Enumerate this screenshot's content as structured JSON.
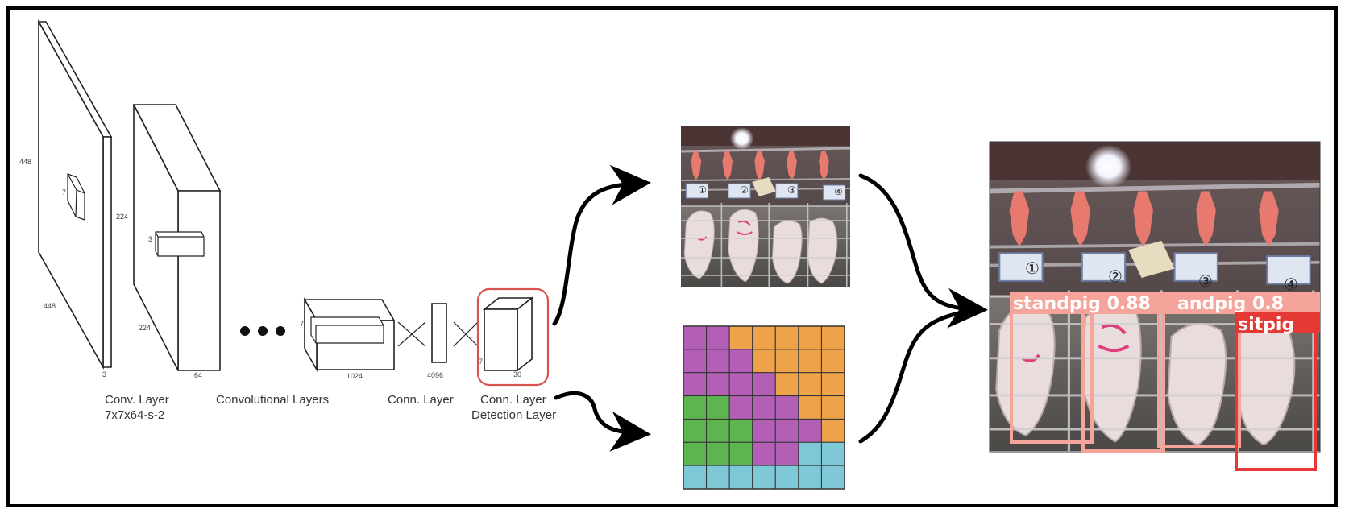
{
  "network": {
    "dims": {
      "l1_height": "448",
      "l1_width": "448",
      "l1_depth": "3",
      "l1_kernel": "7",
      "l2_height": "224",
      "l2_width": "224",
      "l2_depth": "64",
      "l2_kernel": "3",
      "l3_kernel": "7",
      "l3_depth": "1024",
      "l4_size": "4096",
      "l5_kernel": "7",
      "l5_depth": "30"
    },
    "labels": {
      "conv_layer": "Conv. Layer",
      "conv_layer_params": "7x7x64-s-2",
      "convolutional_layers": "Convolutional Layers",
      "conn_layer": "Conn. Layer",
      "conn_layer_2": "Conn. Layer",
      "detection_layer": "Detection Layer"
    }
  },
  "photo": {
    "pen_numbers": [
      "①",
      "②",
      "③",
      "④"
    ]
  },
  "grid": {
    "colors": {
      "purple": "#b45fb6",
      "orange": "#eea24a",
      "green": "#5db54f",
      "cyan": "#7ec8d8"
    },
    "rows": [
      [
        "P",
        "P",
        "O",
        "O",
        "O",
        "O",
        "O"
      ],
      [
        "P",
        "P",
        "P",
        "O",
        "O",
        "O",
        "O"
      ],
      [
        "P",
        "P",
        "P",
        "P",
        "O",
        "O",
        "O"
      ],
      [
        "G",
        "G",
        "P",
        "P",
        "P",
        "O",
        "O"
      ],
      [
        "G",
        "G",
        "G",
        "P",
        "P",
        "P",
        "O"
      ],
      [
        "G",
        "G",
        "G",
        "P",
        "P",
        "C",
        "C"
      ],
      [
        "C",
        "C",
        "C",
        "C",
        "C",
        "C",
        "C"
      ]
    ]
  },
  "detections": [
    {
      "label": "standpig 0.88",
      "color": "#f4a49a"
    },
    {
      "label": "andpig 0.8",
      "color": "#f4a49a"
    },
    {
      "label": "sitpig",
      "color": "#e53935"
    }
  ]
}
